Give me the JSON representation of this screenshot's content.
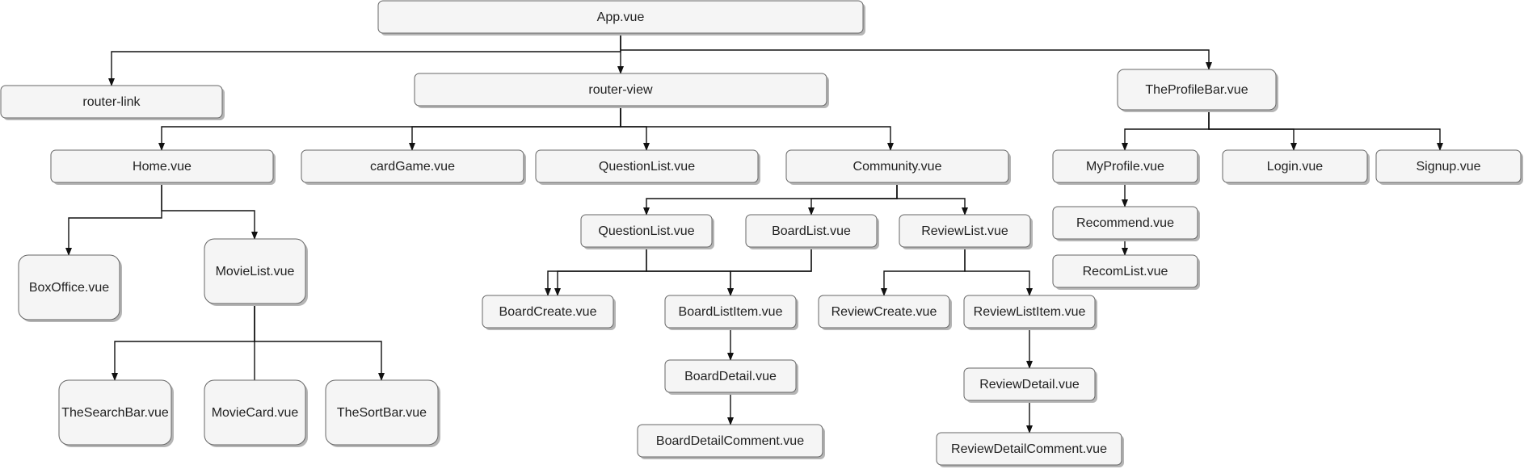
{
  "nodes": {
    "app": "App.vue",
    "router_link": "router-link",
    "router_view": "router-view",
    "profile_bar": "TheProfileBar.vue",
    "home": "Home.vue",
    "card_game": "cardGame.vue",
    "question_list": "QuestionList.vue",
    "community": "Community.vue",
    "my_profile": "MyProfile.vue",
    "login": "Login.vue",
    "signup": "Signup.vue",
    "box_office": "BoxOffice.vue",
    "movie_list": "MovieList.vue",
    "search_bar": "TheSearchBar.vue",
    "movie_card": "MovieCard.vue",
    "sort_bar": "TheSortBar.vue",
    "community_question_list": "QuestionList.vue",
    "board_list": "BoardList.vue",
    "review_list": "ReviewList.vue",
    "board_create": "BoardCreate.vue",
    "board_list_item": "BoardListItem.vue",
    "board_detail": "BoardDetail.vue",
    "board_detail_comment": "BoardDetailComment.vue",
    "review_create": "ReviewCreate.vue",
    "review_list_item": "ReviewListItem.vue",
    "review_detail": "ReviewDetail.vue",
    "review_detail_comment": "ReviewDetailComment.vue",
    "recommend": "Recommend.vue",
    "recom_list": "RecomList.vue"
  },
  "edges": [
    {
      "from": "app",
      "to": "router_link"
    },
    {
      "from": "app",
      "to": "router_view"
    },
    {
      "from": "app",
      "to": "profile_bar"
    },
    {
      "from": "router_view",
      "to": "home"
    },
    {
      "from": "router_view",
      "to": "card_game"
    },
    {
      "from": "router_view",
      "to": "question_list"
    },
    {
      "from": "router_view",
      "to": "community"
    },
    {
      "from": "profile_bar",
      "to": "my_profile"
    },
    {
      "from": "profile_bar",
      "to": "login"
    },
    {
      "from": "profile_bar",
      "to": "signup"
    },
    {
      "from": "home",
      "to": "box_office"
    },
    {
      "from": "home",
      "to": "movie_list"
    },
    {
      "from": "movie_list",
      "to": "search_bar"
    },
    {
      "from": "movie_list",
      "to": "movie_card"
    },
    {
      "from": "movie_list",
      "to": "sort_bar"
    },
    {
      "from": "community",
      "to": "community_question_list"
    },
    {
      "from": "community",
      "to": "board_list"
    },
    {
      "from": "community",
      "to": "review_list"
    },
    {
      "from": "community_question_list",
      "to": "board_create"
    },
    {
      "from": "community_question_list",
      "to": "board_list_item"
    },
    {
      "from": "board_list",
      "to": "board_create"
    },
    {
      "from": "board_list",
      "to": "board_list_item"
    },
    {
      "from": "board_list_item",
      "to": "board_detail"
    },
    {
      "from": "board_detail",
      "to": "board_detail_comment"
    },
    {
      "from": "review_list",
      "to": "review_create"
    },
    {
      "from": "review_list",
      "to": "review_list_item"
    },
    {
      "from": "review_list_item",
      "to": "review_detail"
    },
    {
      "from": "review_detail",
      "to": "review_detail_comment"
    },
    {
      "from": "my_profile",
      "to": "recommend"
    },
    {
      "from": "recommend",
      "to": "recom_list"
    }
  ]
}
